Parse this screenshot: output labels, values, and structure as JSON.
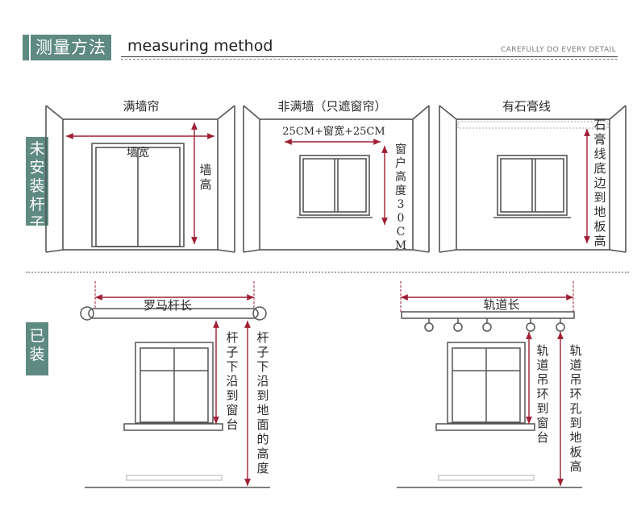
{
  "header": {
    "title_zh": "测量方法",
    "title_en": "measuring method",
    "tagline": "CAREFULLY DO EVERY DETAIL"
  },
  "sections": [
    {
      "label": "未安装杆子"
    },
    {
      "label": "已装"
    }
  ],
  "panels_top": [
    {
      "title": "满墙帘",
      "width_label": "墙宽",
      "height_label": "墙高"
    },
    {
      "title": "非满墙（只遮窗帘）",
      "width_label": "25CM+窗宽+25CM",
      "height_label": "窗户高度30CM"
    },
    {
      "title": "有石膏线",
      "height_label": "石膏线底边到地板高"
    }
  ],
  "panels_bottom": [
    {
      "rod_label": "罗马杆长",
      "label_a": "杆子下沿到窗台",
      "label_b": "杆子下沿到地面的高度"
    },
    {
      "rod_label": "轨道长",
      "label_a": "轨道吊环到窗台",
      "label_b": "轨道吊环孔到地板高"
    }
  ],
  "colors": {
    "accent": "#5e8a82",
    "measure": "#a01f35",
    "line": "#555555"
  }
}
